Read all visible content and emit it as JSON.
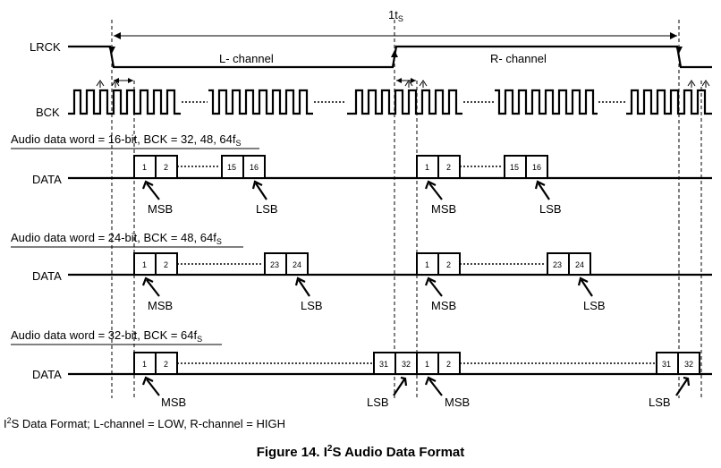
{
  "figure_caption": "Figure 14.  I²S Audio Data Format",
  "caption_prefix": "Figure 14.  I",
  "caption_sup": "2",
  "caption_suffix": "S Audio Data Format",
  "footnote_prefix": "I",
  "footnote_sup": "2",
  "footnote_suffix": "S Data Format; L-channel = LOW, R-channel = HIGH",
  "period_main": "1t",
  "period_sub": "S",
  "signals": {
    "lrck": "LRCK",
    "bck": "BCK",
    "data": "DATA"
  },
  "channels": {
    "left": "L- channel",
    "right": "R- channel"
  },
  "msb": "MSB",
  "lsb": "LSB",
  "formats": [
    {
      "desc": "Audio data word = 16-bit, BCK = 32, 48, 64f",
      "desc_sub": "S",
      "bits": [
        "1",
        "2",
        "15",
        "16"
      ]
    },
    {
      "desc": "Audio data word = 24-bit, BCK = 48, 64f",
      "desc_sub": "S",
      "bits": [
        "1",
        "2",
        "23",
        "24"
      ]
    },
    {
      "desc": "Audio data word = 32-bit, BCK = 64f",
      "desc_sub": "S",
      "bits": [
        "1",
        "2",
        "31",
        "32"
      ]
    }
  ]
}
